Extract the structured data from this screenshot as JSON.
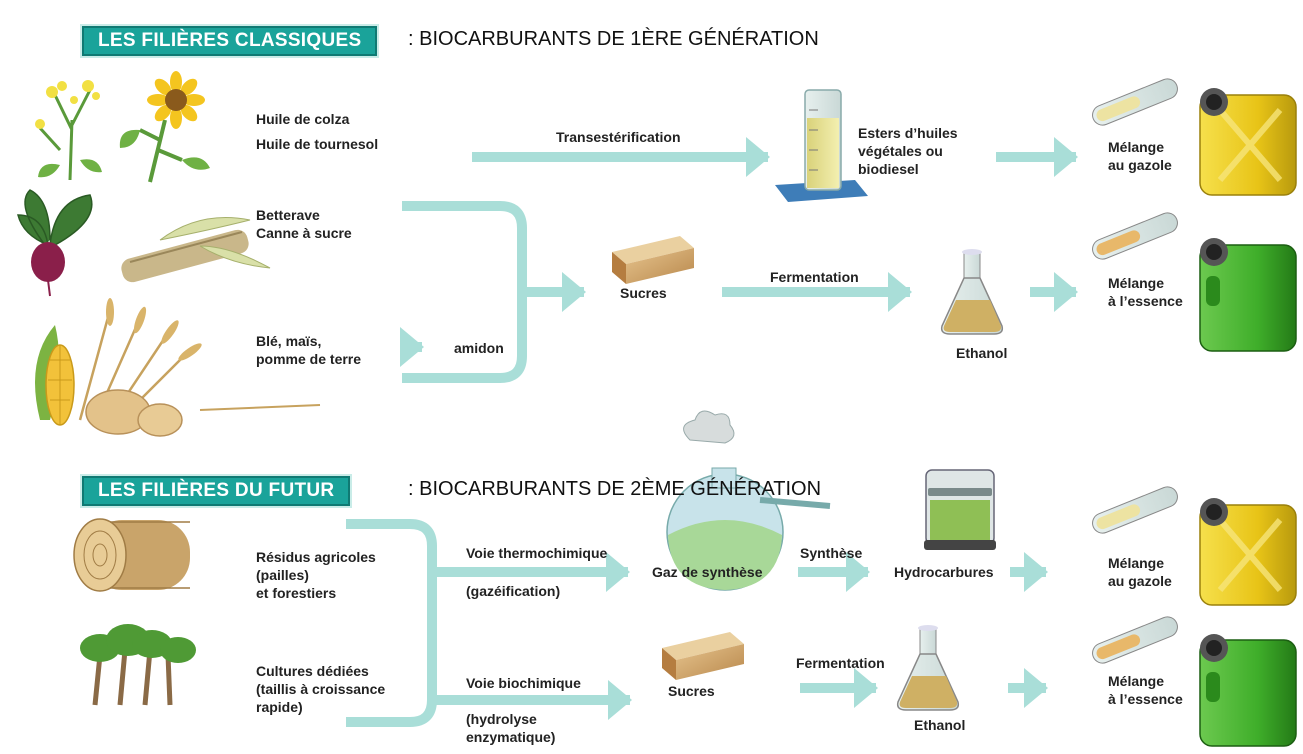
{
  "section1": {
    "badge": "LES FILIÈRES CLASSIQUES",
    "subtitle": ": BIOCARBURANTS DE 1ÈRE GÉNÉRATION",
    "oils": [
      "Huile de colza",
      "Huile de tournesol"
    ],
    "process_transesterification": "Transestérification",
    "esters": [
      "Esters d’huiles",
      "végétales ou",
      "biodiesel"
    ],
    "mix_diesel": [
      "Mélange",
      "au gazole"
    ],
    "sugar_crops": [
      "Betterave",
      "Canne à sucre"
    ],
    "starch_crops": [
      "Blé, maïs,",
      "pomme de terre"
    ],
    "starch": "amidon",
    "sugars": "Sucres",
    "process_fermentation": "Fermentation",
    "ethanol": "Ethanol",
    "mix_petrol": [
      "Mélange",
      "à l’essence"
    ]
  },
  "section2": {
    "badge": "LES FILIÈRES DU FUTUR",
    "subtitle": ": BIOCARBURANTS DE 2ÈME GÉNÉRATION",
    "residues": [
      "Résidus agricoles",
      "(pailles)",
      "et forestiers"
    ],
    "crops": [
      "Cultures dédiées",
      "(taillis à croissance",
      "rapide)"
    ],
    "thermo": "Voie thermochimique",
    "thermo_note": "(gazéification)",
    "syngas": "Gaz de synthèse",
    "synthesis": "Synthèse",
    "hydrocarbons": "Hydrocarbures",
    "mix_diesel": [
      "Mélange",
      "au gazole"
    ],
    "bio": "Voie biochimique",
    "bio_note": [
      "(hydrolyse",
      "enzymatique)"
    ],
    "sugars": "Sucres",
    "process_fermentation": "Fermentation",
    "ethanol": "Ethanol",
    "mix_petrol": [
      "Mélange",
      "à l’essence"
    ]
  },
  "colors": {
    "badge": "#1aa39a",
    "arrow": "#a9ded8",
    "yellow_can": "#f2d21e",
    "green_can": "#3fae2a"
  },
  "icons": [
    "rapeseed-plant-icon",
    "sunflower-icon",
    "beetroot-icon",
    "sugarcane-icon",
    "wheat-corn-potato-icon",
    "graduated-cylinder-icon",
    "test-tube-icon",
    "jerrycan-icon",
    "sugar-cube-icon",
    "erlenmeyer-flask-icon",
    "straw-bale-icon",
    "coppice-trees-icon",
    "gasifier-flask-icon",
    "reactor-icon"
  ]
}
